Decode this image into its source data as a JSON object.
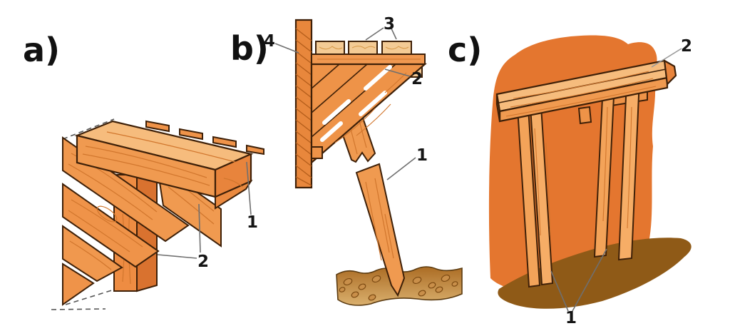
{
  "panels": [
    {
      "letter": "a)",
      "callouts": [
        "1",
        "2"
      ]
    },
    {
      "letter": "b)",
      "callouts": [
        "4",
        "3",
        "2",
        "1"
      ]
    },
    {
      "letter": "c)",
      "callouts": [
        "2",
        "1"
      ]
    }
  ],
  "colors": {
    "background": "#ffffff",
    "wood_light": "#f6c993",
    "wood_mid": "#f0984e",
    "wood_deep": "#e8843c",
    "wood_post": "#e8873c",
    "outline": "#3e2008",
    "grain": "#d1762d",
    "panel_c_backdrop": "#e4762f",
    "ground_shadow": "#8f5a17",
    "soil_band_top": "#b5762b",
    "soil_band_bottom": "#dab06e",
    "leader_line": "#777777",
    "label_text": "#111111"
  }
}
